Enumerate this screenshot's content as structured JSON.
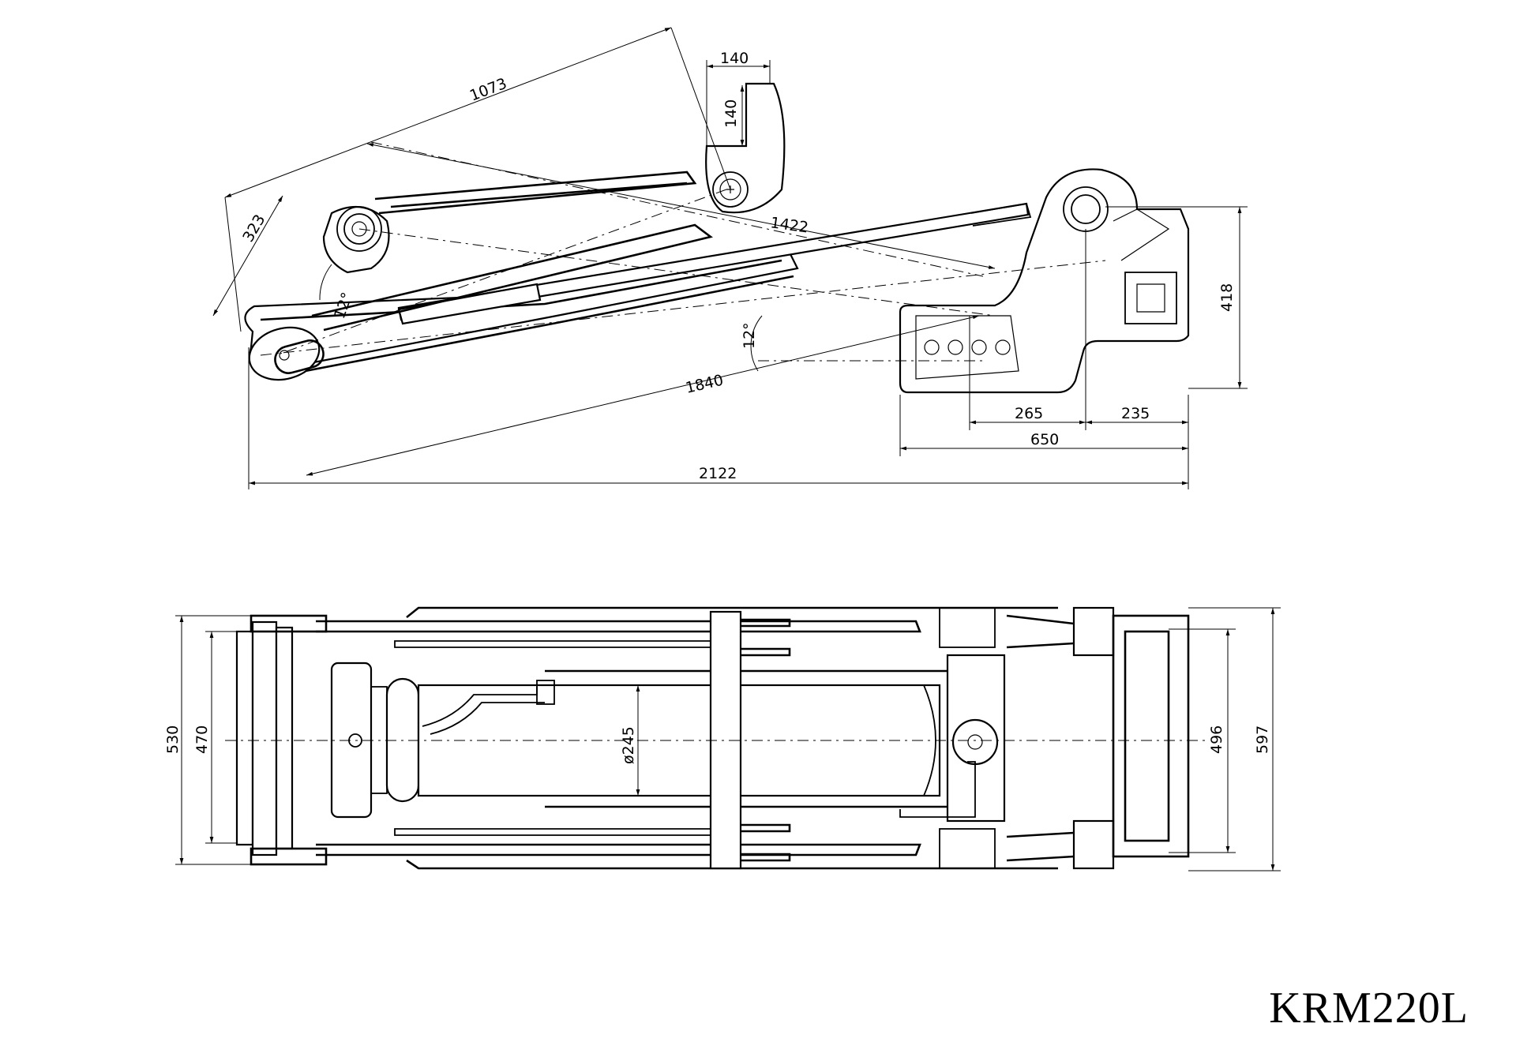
{
  "model": "KRM220L",
  "side_view": {
    "dimensions": {
      "overall_length": "2122",
      "arm_length": "1840",
      "upper_link": "1073",
      "diagonal": "1422",
      "pin_offset": "323",
      "top_width": "140",
      "top_height": "140",
      "angle_small": "12°",
      "angle_large": "12°",
      "rear_height": "418",
      "base_650": "650",
      "base_265": "265",
      "base_235": "235"
    }
  },
  "top_view": {
    "dimensions": {
      "outer_width": "530",
      "inner_width": "470",
      "cylinder_dia": "ø245",
      "rear_inner": "496",
      "rear_outer": "597"
    }
  }
}
